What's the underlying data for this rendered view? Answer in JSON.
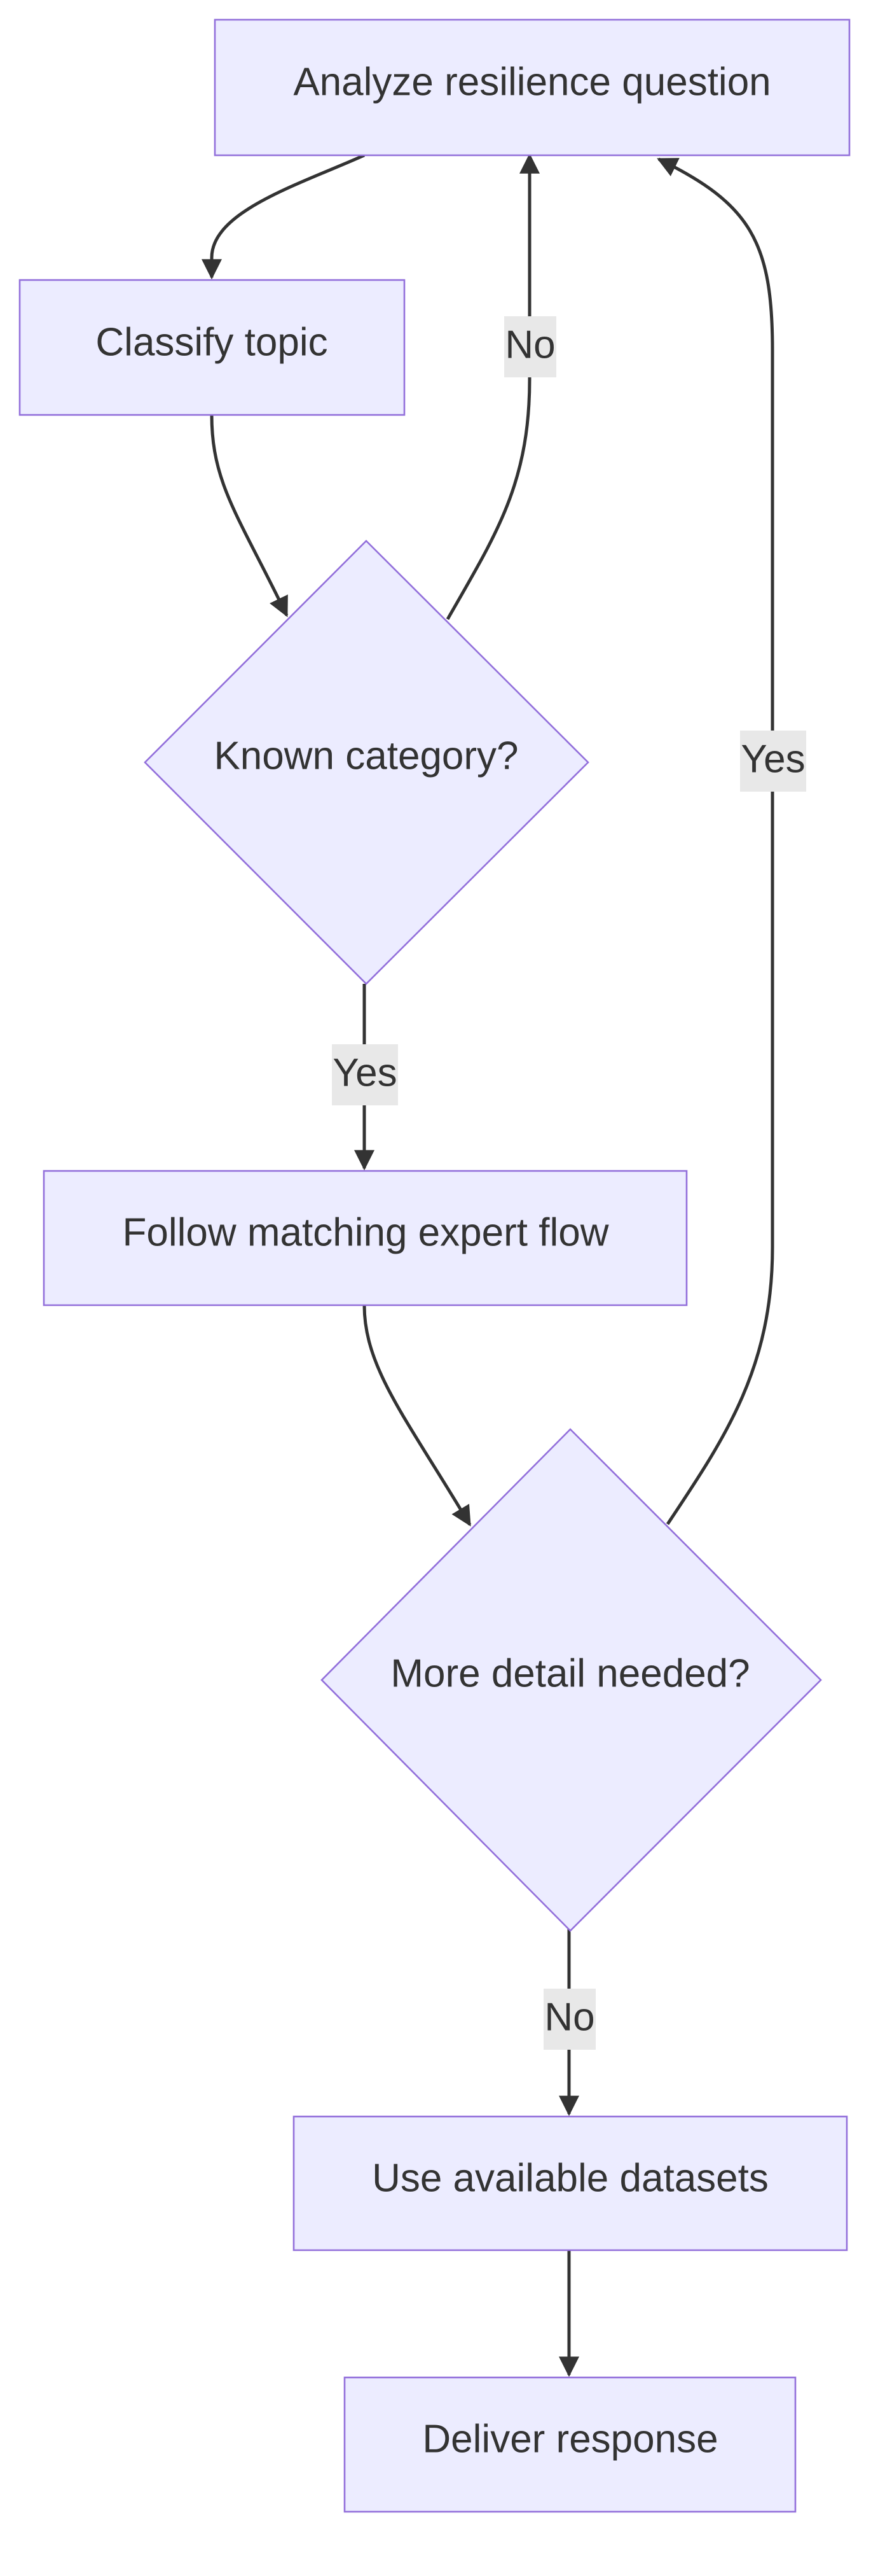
{
  "diagram": {
    "type": "flowchart",
    "colors": {
      "node_fill": "#ececff",
      "node_stroke": "#9370db",
      "edge": "#333333",
      "label_bg": "#e8e8e8",
      "text": "#333333"
    },
    "nodes": {
      "analyze": {
        "label": "Analyze resilience question",
        "shape": "rect"
      },
      "classify": {
        "label": "Classify topic",
        "shape": "rect"
      },
      "known": {
        "label": "Known category?",
        "shape": "diamond"
      },
      "follow": {
        "label": "Follow matching expert flow",
        "shape": "rect"
      },
      "more": {
        "label": "More detail needed?",
        "shape": "diamond"
      },
      "datasets": {
        "label": "Use available datasets",
        "shape": "rect"
      },
      "deliver": {
        "label": "Deliver response",
        "shape": "rect"
      }
    },
    "edges": [
      {
        "from": "analyze",
        "to": "classify",
        "label": ""
      },
      {
        "from": "classify",
        "to": "known",
        "label": ""
      },
      {
        "from": "known",
        "to": "analyze",
        "label": "No"
      },
      {
        "from": "known",
        "to": "follow",
        "label": "Yes"
      },
      {
        "from": "follow",
        "to": "more",
        "label": ""
      },
      {
        "from": "more",
        "to": "analyze",
        "label": "Yes"
      },
      {
        "from": "more",
        "to": "datasets",
        "label": "No"
      },
      {
        "from": "datasets",
        "to": "deliver",
        "label": ""
      }
    ]
  }
}
